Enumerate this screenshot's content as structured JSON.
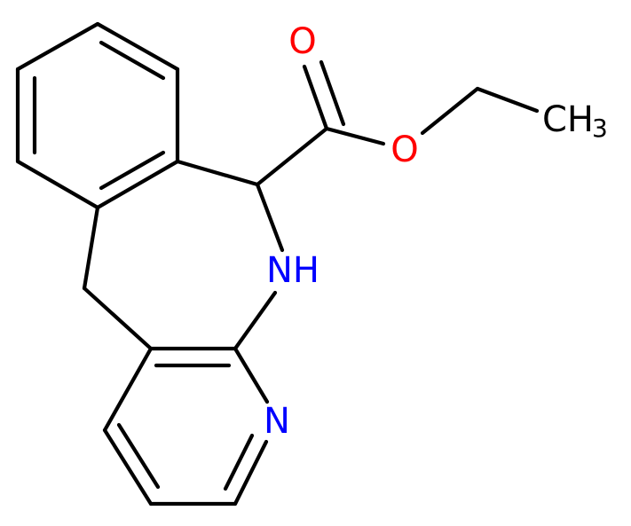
{
  "molecule": {
    "atom_labels": {
      "carbonyl_oxygen": "O",
      "ester_oxygen": "O",
      "amine_nh": "NH",
      "pyridine_n": "N",
      "methyl_ch": "CH",
      "methyl_subscript": "3"
    },
    "colors": {
      "bond": "#000000",
      "oxygen": "#ff0000",
      "nitrogen": "#0000ff",
      "carbon_label": "#000000",
      "background": "#ffffff"
    }
  }
}
